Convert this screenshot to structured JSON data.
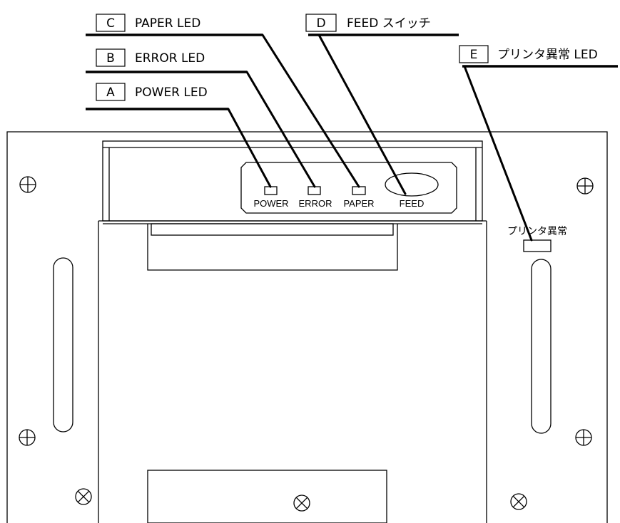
{
  "callouts": {
    "a": {
      "letter": "A",
      "text": "POWER LED"
    },
    "b": {
      "letter": "B",
      "text": "ERROR LED"
    },
    "c": {
      "letter": "C",
      "text": "PAPER LED"
    },
    "d": {
      "letter": "D",
      "text": "FEED スイッチ"
    },
    "e": {
      "letter": "E",
      "text": "プリンタ異常 LED"
    }
  },
  "panel_labels": {
    "power": "POWER",
    "error": "ERROR",
    "paper": "PAPER",
    "feed": "FEED"
  },
  "side_label": "プリンタ異常"
}
